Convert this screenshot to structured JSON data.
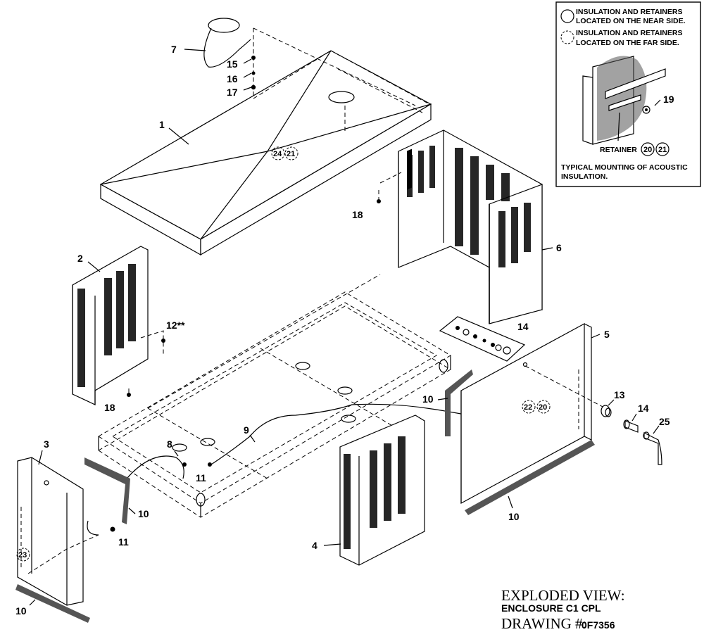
{
  "legend": {
    "near_side": "INSULATION AND RETAINERS LOCATED ON THE NEAR SIDE.",
    "near_side_l1": "INSULATION AND RETAINERS",
    "near_side_l2": "LOCATED ON THE NEAR SIDE.",
    "far_side_l1": "INSULATION AND RETAINERS",
    "far_side_l2": "LOCATED ON THE FAR SIDE.",
    "retainer_label": "RETAINER",
    "retainer_ref_a": "20",
    "retainer_ref_b": "21",
    "detail_part": "19",
    "caption_l1": "TYPICAL MOUNTING OF ACOUSTIC",
    "caption_l2": "INSULATION."
  },
  "callouts": {
    "c1": "1",
    "c2": "2",
    "c3": "3",
    "c4": "4",
    "c5": "5",
    "c6": "6",
    "c7": "7",
    "c8": "8",
    "c9": "9",
    "c10a": "10",
    "c10b": "10",
    "c10c": "10",
    "c10d": "10",
    "c11a": "11",
    "c11b": "11",
    "c12": "12**",
    "c13": "13",
    "c14a": "14",
    "c14b": "14",
    "c15": "15",
    "c16": "16",
    "c17": "17",
    "c18a": "18",
    "c18b": "18",
    "c25": "25"
  },
  "circled_refs": {
    "roof_a": "24",
    "roof_b": "21",
    "panel5_a": "22",
    "panel5_b": "20",
    "panel3": "23"
  },
  "title_block": {
    "line1": "EXPLODED VIEW:",
    "line2": "ENCLOSURE C1 CPL",
    "line3_prefix": "DRAWING #:",
    "line3_number": "0F7356"
  }
}
